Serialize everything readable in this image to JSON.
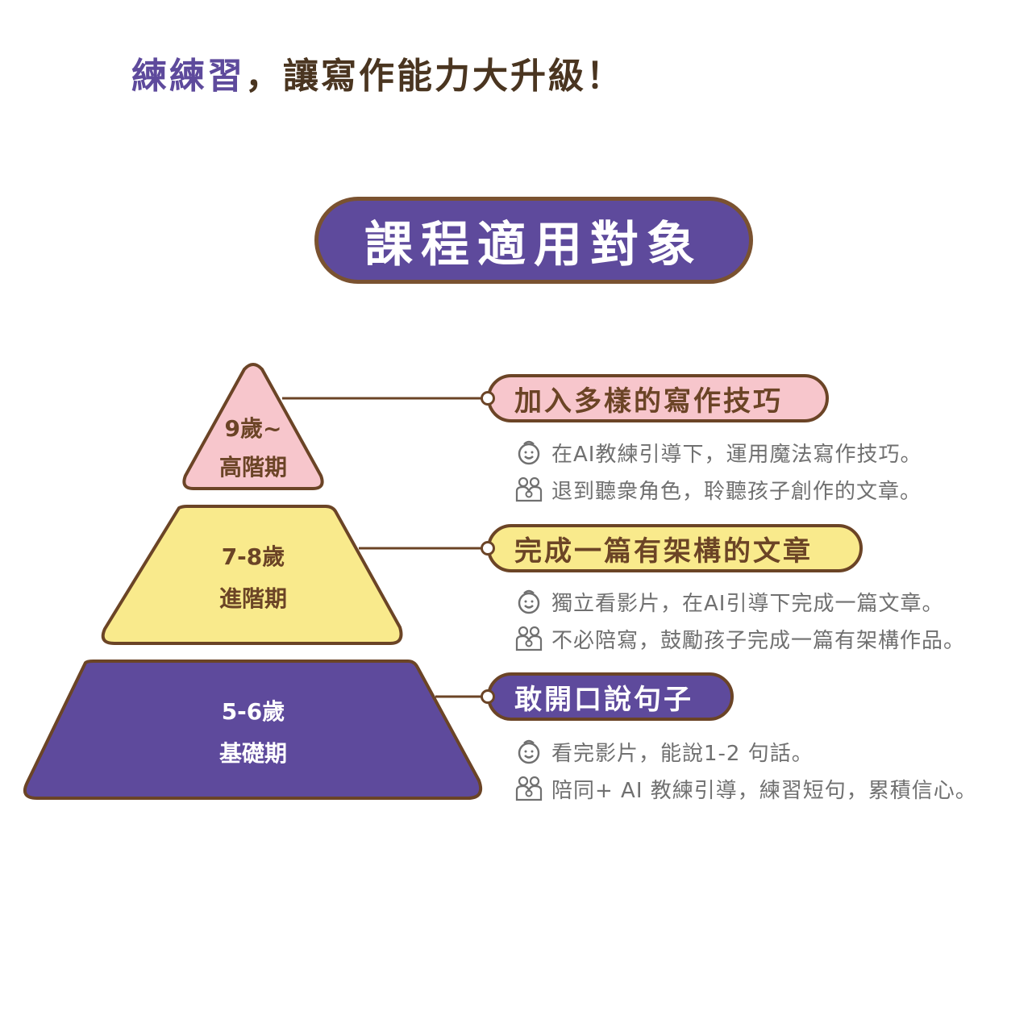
{
  "headline": {
    "accent": "練練習",
    "rest": "，讓寫作能力大升級！"
  },
  "title": "課程適用對象",
  "colors": {
    "purple": "#5e4a9c",
    "brown": "#6b4426",
    "pink": "#f7c6cc",
    "yellow": "#f9ea8c",
    "gray_text": "#707070"
  },
  "tiers": [
    {
      "age": "9歲~",
      "stage": "高階期",
      "goal": "加入多樣的寫作技巧",
      "child": "在AI教練引導下，運用魔法寫作技巧。",
      "parent": "退到聽衆角色，聆聽孩子創作的文章。"
    },
    {
      "age": "7-8歲",
      "stage": "進階期",
      "goal": "完成一篇有架構的文章",
      "child": "獨立看影片，在AI引導下完成一篇文章。",
      "parent": "不必陪寫，鼓勵孩子完成一篇有架構作品。"
    },
    {
      "age": "5-6歲",
      "stage": "基礎期",
      "goal": "敢開口說句子",
      "child": "看完影片，能說1-2 句話。",
      "parent": "陪同+ AI 教練引導，練習短句，累積信心。"
    }
  ],
  "icons": {
    "child": "child-face-icon",
    "parent": "parent-child-icon"
  }
}
